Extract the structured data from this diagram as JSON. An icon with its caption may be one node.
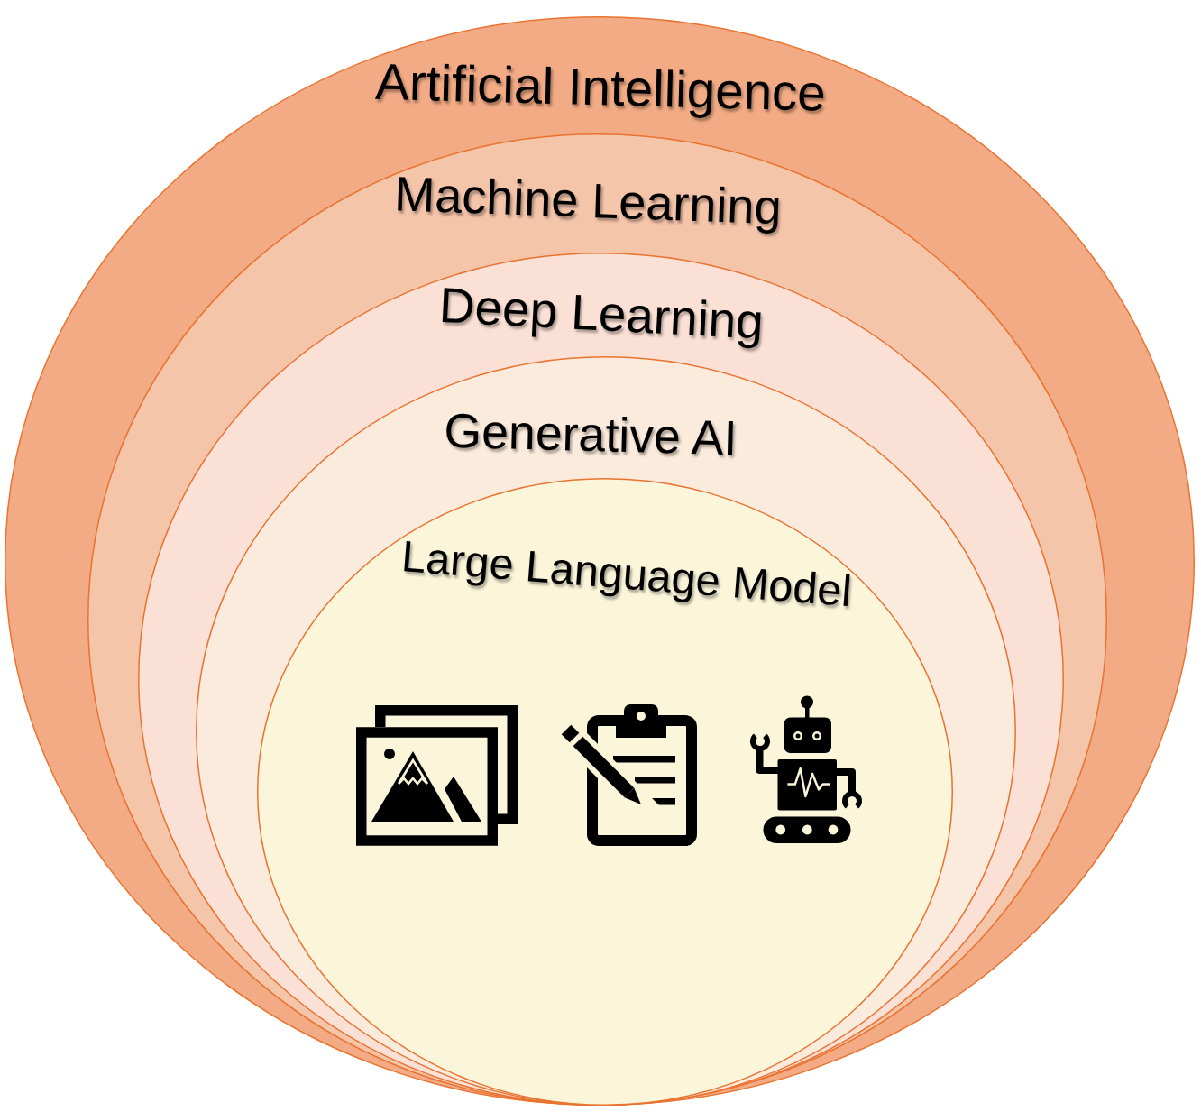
{
  "diagram": {
    "nodes": [
      {
        "text": [
          "Artificial Intelligence"
        ]
      },
      {
        "text": [
          "Machine Learning"
        ],
        "in": 0
      },
      {
        "text": [
          "Deep Learning"
        ],
        "in": 1
      },
      {
        "text": [
          "Generative AI"
        ],
        "in": 2
      },
      {
        "text": [
          "Large Language Model"
        ],
        "in": 3
      }
    ]
  }
}
